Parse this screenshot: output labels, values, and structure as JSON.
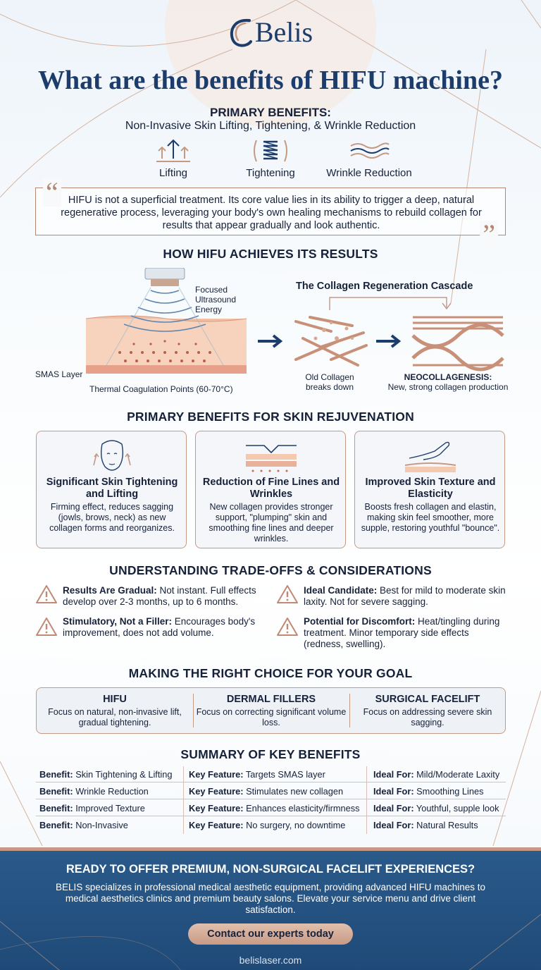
{
  "brand": {
    "name": "Belis"
  },
  "header": {
    "title": "What are the benefits of HIFU machine?"
  },
  "primary": {
    "heading": "PRIMARY BENEFITS:",
    "subheading": "Non-Invasive Skin Lifting, Tightening, & Wrinkle Reduction",
    "icons": [
      {
        "label": "Lifting",
        "icon": "lifting-arrows-icon"
      },
      {
        "label": "Tightening",
        "icon": "tightening-coil-icon"
      },
      {
        "label": "Wrinkle Reduction",
        "icon": "wrinkle-waves-icon"
      }
    ]
  },
  "quote": {
    "text": "HIFU is not a superficial treatment. Its core value lies in its ability to trigger a deep, natural regenerative process, leveraging your body's own healing mechanisms to rebuild collagen for results that appear gradually and look authentic."
  },
  "how": {
    "title": "HOW HIFU ACHIEVES ITS RESULTS",
    "energy_label": "Focused Ultrasound Energy",
    "smas_label": "SMAS Layer",
    "thermal_label": "Thermal Coagulation Points (60-70°C)",
    "cascade_title": "The Collagen Regeneration Cascade",
    "old_collagen": "Old Collagen breaks down",
    "neo_title": "NEOCOLLAGENESIS:",
    "neo_text": "New, strong collagen production"
  },
  "rejuvenation": {
    "title": "PRIMARY BENEFITS FOR SKIN REJUVENATION",
    "cards": [
      {
        "title": "Significant Skin Tightening and Lifting",
        "text": "Firming effect, reduces sagging (jowls, brows, neck) as new collagen forms and reorganizes.",
        "icon": "face-lift-icon"
      },
      {
        "title": "Reduction of Fine Lines and Wrinkles",
        "text": "New collagen provides stronger support, \"plumping\" skin and smoothing fine lines and deeper wrinkles.",
        "icon": "skin-layers-icon"
      },
      {
        "title": "Improved Skin Texture and Elasticity",
        "text": "Boosts fresh collagen and elastin, making skin feel smoother, more supple, restoring youthful \"bounce\".",
        "icon": "hand-touch-icon"
      }
    ]
  },
  "tradeoffs": {
    "title": "UNDERSTANDING TRADE-OFFS & CONSIDERATIONS",
    "items": [
      {
        "label": "Results Are Gradual:",
        "text": " Not instant. Full effects develop over 2-3 months, up to 6 months."
      },
      {
        "label": "Ideal Candidate:",
        "text": " Best for mild to moderate skin laxity. Not for severe sagging."
      },
      {
        "label": "Stimulatory, Not a Filler:",
        "text": " Encourages body's improvement, does not add volume."
      },
      {
        "label": "Potential for Discomfort:",
        "text": " Heat/tingling during treatment. Minor temporary side effects (redness, swelling)."
      }
    ]
  },
  "choice": {
    "title": "MAKING THE RIGHT CHOICE FOR YOUR GOAL",
    "options": [
      {
        "title": "HIFU",
        "text": "Focus on natural, non-invasive lift, gradual tightening."
      },
      {
        "title": "DERMAL FILLERS",
        "text": "Focus on correcting significant volume loss."
      },
      {
        "title": "SURGICAL FACELIFT",
        "text": "Focus on addressing severe skin sagging."
      }
    ]
  },
  "summary": {
    "title": "SUMMARY OF KEY BENEFITS",
    "benefit_label": "Benefit:",
    "feature_label": "Key Feature:",
    "ideal_label": "Ideal For:",
    "rows": [
      {
        "benefit": " Skin Tightening & Lifting",
        "feature": " Targets SMAS layer",
        "ideal": " Mild/Moderate Laxity"
      },
      {
        "benefit": " Wrinkle Reduction",
        "feature": " Stimulates new collagen",
        "ideal": " Smoothing Lines"
      },
      {
        "benefit": " Improved Texture",
        "feature": " Enhances elasticity/firmness",
        "ideal": " Youthful, supple look"
      },
      {
        "benefit": " Non-Invasive",
        "feature": " No surgery, no downtime",
        "ideal": " Natural Results"
      }
    ]
  },
  "footer": {
    "title": "READY TO OFFER PREMIUM, NON-SURGICAL FACELIFT EXPERIENCES?",
    "text": "BELIS specializes in professional medical aesthetic equipment, providing advanced HIFU machines to medical aesthetics clinics and premium beauty salons. Elevate your service menu and drive client satisfaction.",
    "cta": "Contact our experts today",
    "url": "belislaser.com"
  },
  "colors": {
    "navy": "#1c3d6b",
    "copper": "#c59a84",
    "footer_blue": "#1f4a78",
    "skin": "#f3c9b0"
  }
}
